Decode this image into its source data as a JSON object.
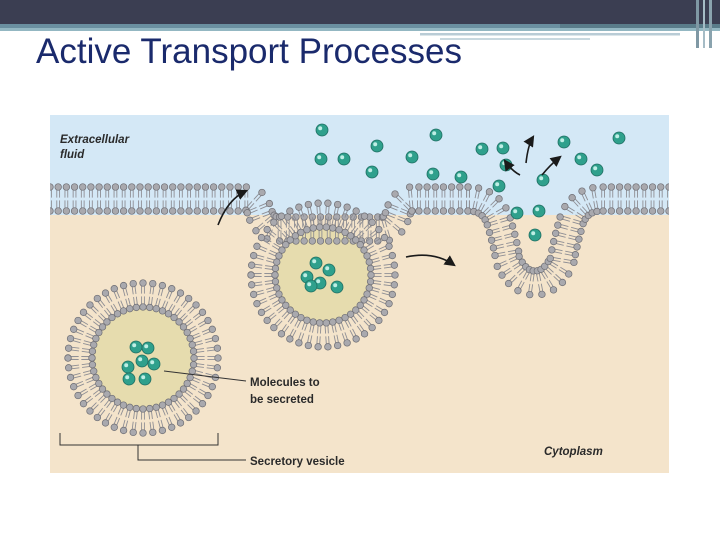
{
  "slide": {
    "title": "Active Transport Processes"
  },
  "figure": {
    "labels": {
      "extracellular_line1": "Extracellular",
      "extracellular_line2": "fluid",
      "molecules_line1": "Molecules to",
      "molecules_line2": "be secreted",
      "secretory_vesicle": "Secretory vesicle",
      "cytoplasm": "Cytoplasm"
    },
    "colors": {
      "extracellular": "#d4e8f6",
      "cytoplasm": "#f4e4cb",
      "vesicle_interior": "#e6dcae",
      "lipid_head": "#a9a9ae",
      "molecule": "#2fa08c",
      "title": "#1a2a6c",
      "top_band": "#3b3e52"
    }
  }
}
